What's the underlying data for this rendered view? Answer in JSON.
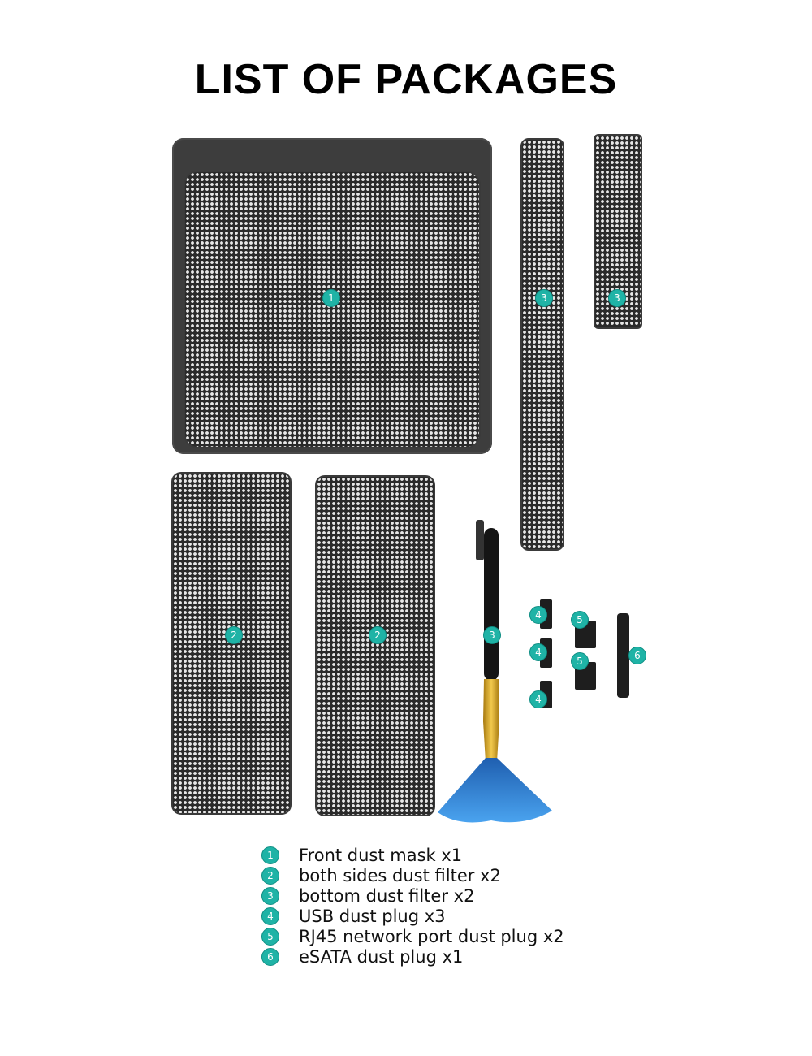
{
  "title": "LIST OF PACKAGES",
  "colors": {
    "badge": "#1fb3a6",
    "mesh": "#2a2a2a",
    "brush_bristle": "#3a8fd8",
    "brush_ferrule": "#d9a520"
  },
  "callouts": {
    "front_mask": "1",
    "side_filter_left": "2",
    "side_filter_right": "2",
    "bottom_filter_long": "3",
    "bottom_filter_short": "3",
    "brush": "3",
    "usb_1": "4",
    "usb_2": "4",
    "usb_3": "4",
    "rj45_1": "5",
    "rj45_2": "5",
    "esata": "6"
  },
  "legend": [
    {
      "num": "1",
      "label": "Front dust mask x1"
    },
    {
      "num": "2",
      "label": "both sides dust filter x2"
    },
    {
      "num": "3",
      "label": "bottom dust filter x2"
    },
    {
      "num": "4",
      "label": "USB dust plug x3"
    },
    {
      "num": "5",
      "label": "RJ45 network port dust plug x2"
    },
    {
      "num": "6",
      "label": "eSATA dust plug x1"
    }
  ]
}
